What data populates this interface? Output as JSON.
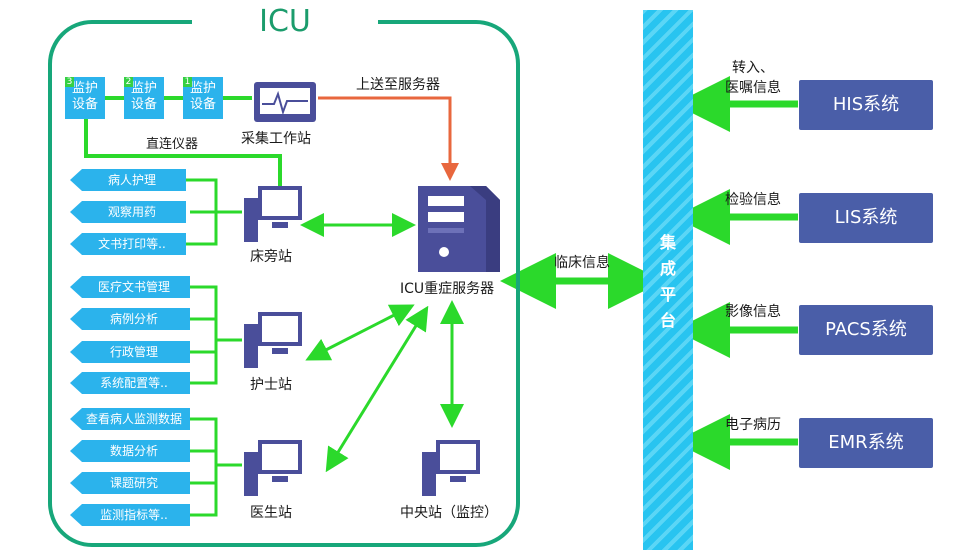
{
  "icu": {
    "title": "ICU",
    "devices": [
      {
        "num": "3",
        "label": "监护\n设备"
      },
      {
        "num": "2",
        "label": "监护\n设备"
      },
      {
        "num": "1",
        "label": "监护\n设备"
      }
    ],
    "collector_label": "采集工作站",
    "direct_label": "直连仪器",
    "upload_label": "上送至服务器",
    "server_label": "ICU重症服务器",
    "central_label": "中央站（监控）",
    "stations": [
      {
        "label": "床旁站",
        "functions": [
          "病人护理",
          "观察用药",
          "文书打印等.."
        ]
      },
      {
        "label": "护士站",
        "functions": [
          "医疗文书管理",
          "病例分析",
          "行政管理",
          "系统配置等.."
        ]
      },
      {
        "label": "医生站",
        "functions": [
          "查看病人监测数据",
          "数据分析",
          "课题研究",
          "监测指标等.."
        ]
      }
    ]
  },
  "clinical_info_label": "临床信息",
  "platform_label": "集\n成\n平\n台",
  "systems": [
    {
      "name": "HIS系统",
      "info": "转入、\n医嘱信息"
    },
    {
      "name": "LIS系统",
      "info": "检验信息"
    },
    {
      "name": "PACS系统",
      "info": "影像信息"
    },
    {
      "name": "EMR系统",
      "info": "电子病历"
    }
  ],
  "colors": {
    "frame": "#17a77a",
    "device": "#2bb3ec",
    "arrow": "#2bd92b",
    "upload_arrow": "#e8673e",
    "server": "#4a4e9a",
    "system_box": "#4a5ea8"
  }
}
